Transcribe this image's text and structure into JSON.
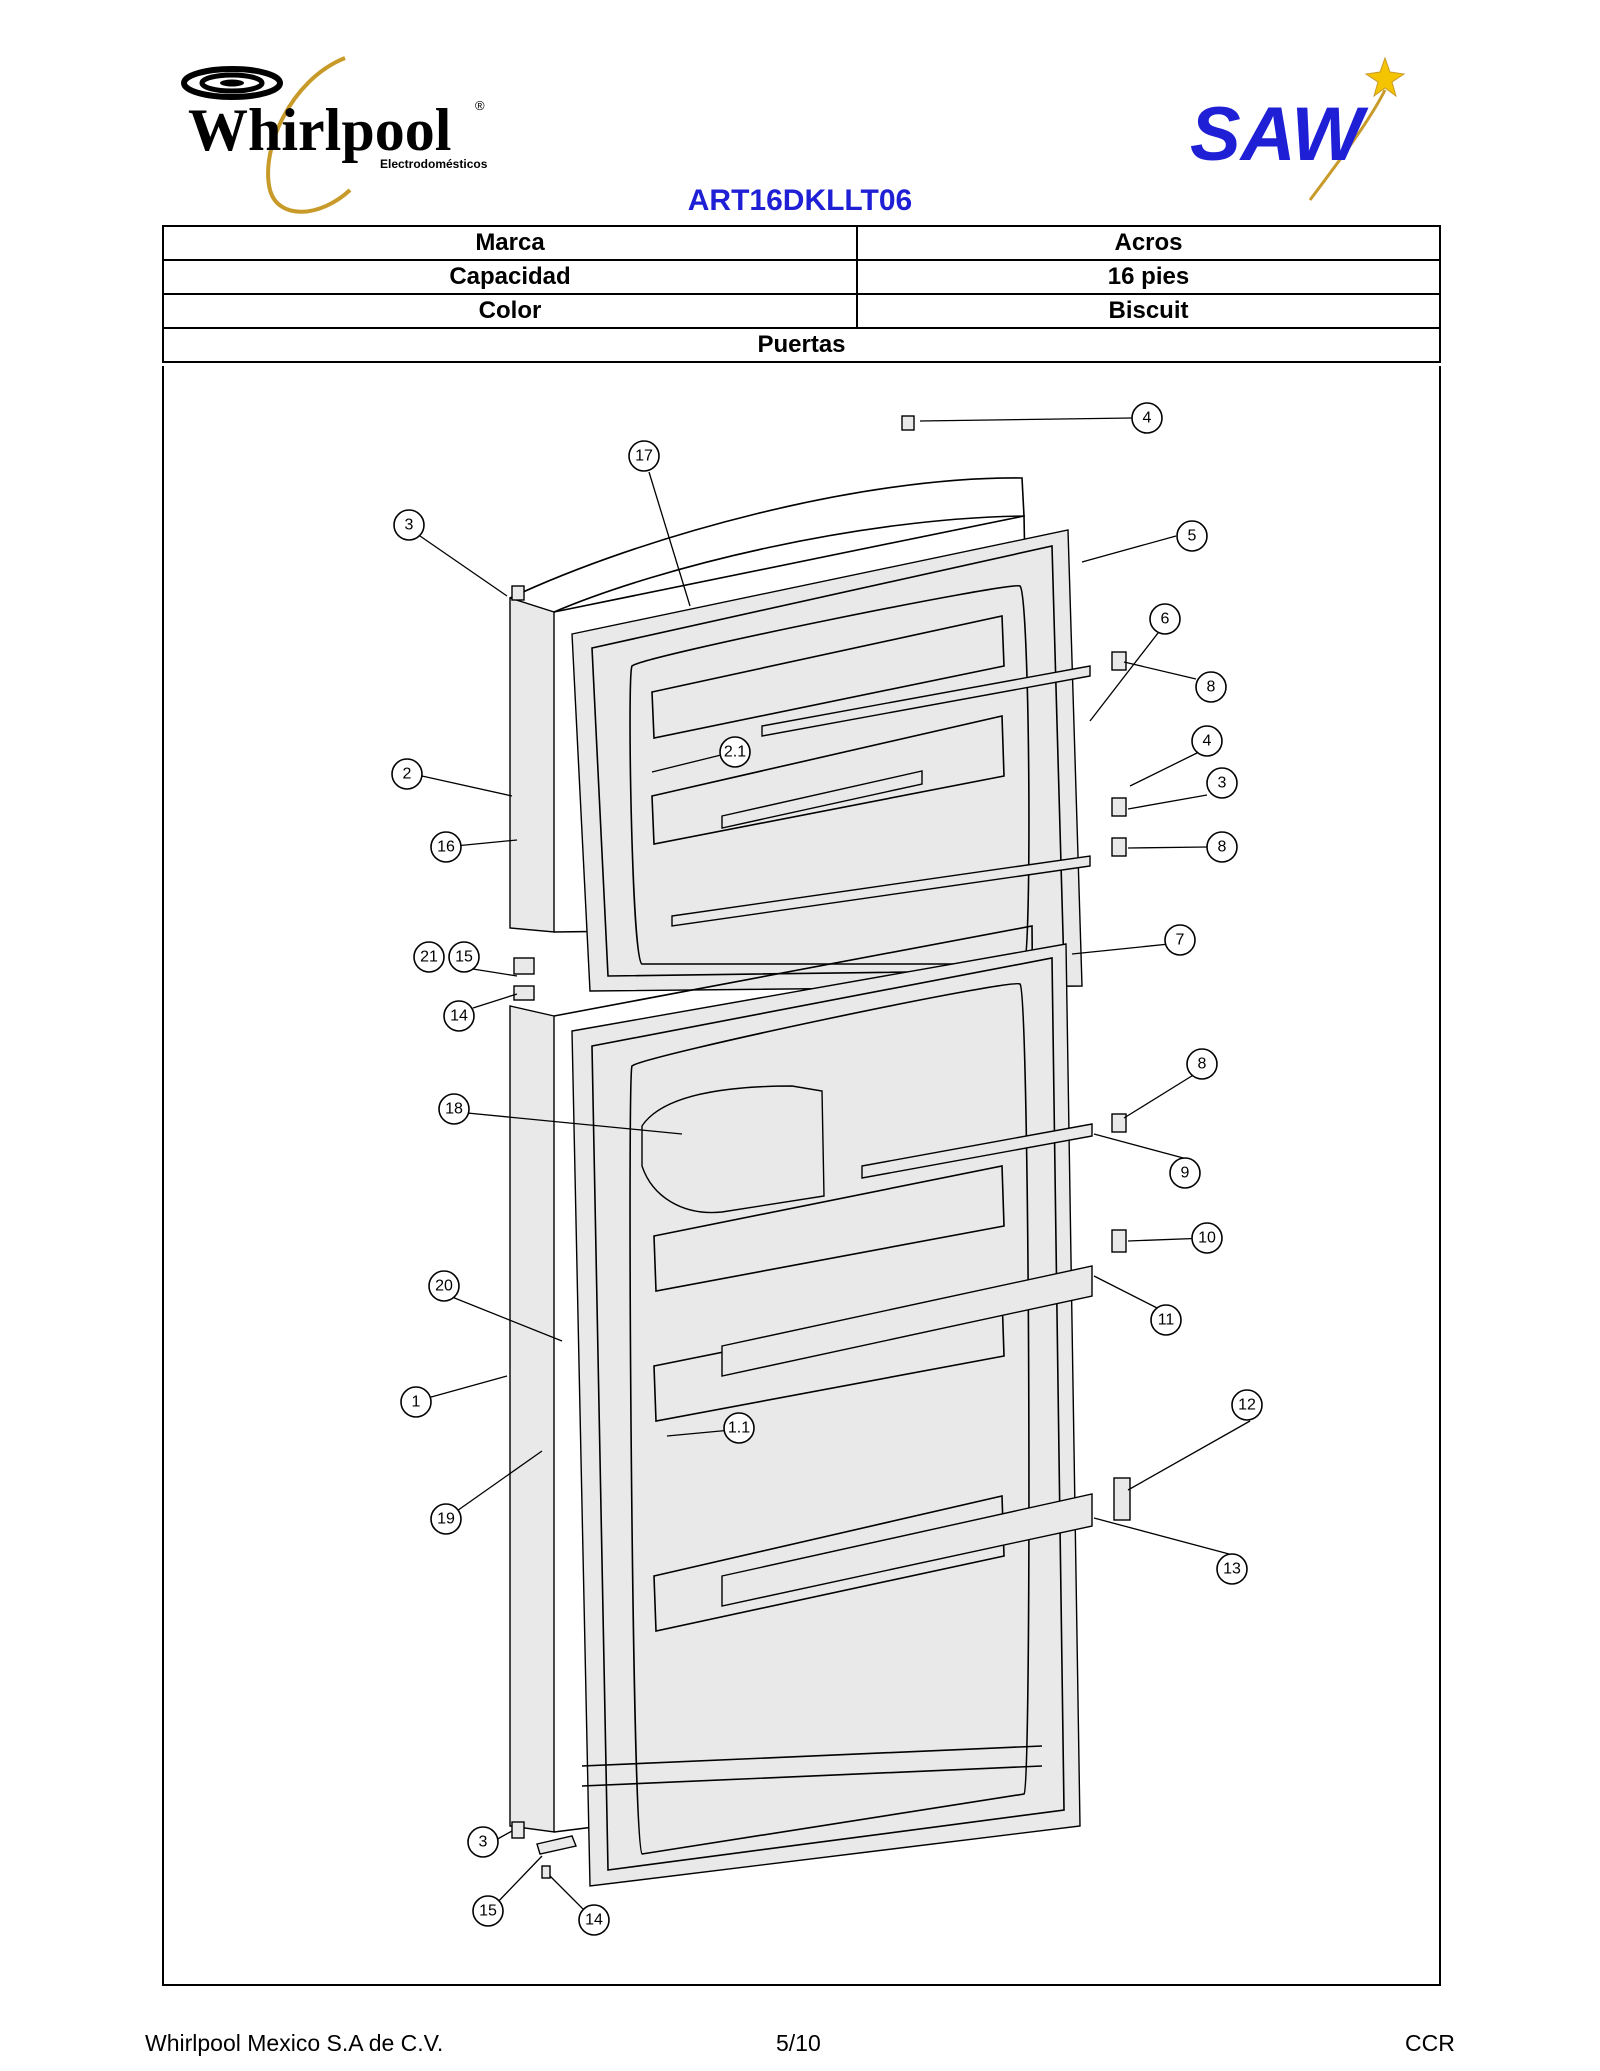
{
  "header": {
    "brand_logo": {
      "text": "Whirlpool",
      "registered": "®",
      "tagline": "Electrodomésticos",
      "icon": "whirlpool-swirl-logo"
    },
    "partner_logo": {
      "text": "SAW",
      "icon": "saw-star-logo",
      "color": "#1f1fd6"
    },
    "model": "ART16DKLLT06"
  },
  "specs": [
    {
      "label": "Marca",
      "value": "Acros"
    },
    {
      "label": "Capacidad",
      "value": "16 pies"
    },
    {
      "label": "Color",
      "value": "Biscuit"
    }
  ],
  "section": "Puertas",
  "callouts": [
    "4",
    "17",
    "3",
    "5",
    "6",
    "8",
    "2.1",
    "4",
    "2",
    "3",
    "16",
    "8",
    "21",
    "15",
    "7",
    "14",
    "8",
    "18",
    "9",
    "10",
    "20",
    "11",
    "1",
    "1.1",
    "12",
    "19",
    "13",
    "3",
    "15",
    "14"
  ],
  "footer": {
    "company": "Whirlpool Mexico S.A de C.V.",
    "page": "5/10",
    "code": "CCR"
  },
  "colors": {
    "title": "#1f1fd6",
    "logo_gold": "#c89a2a"
  }
}
